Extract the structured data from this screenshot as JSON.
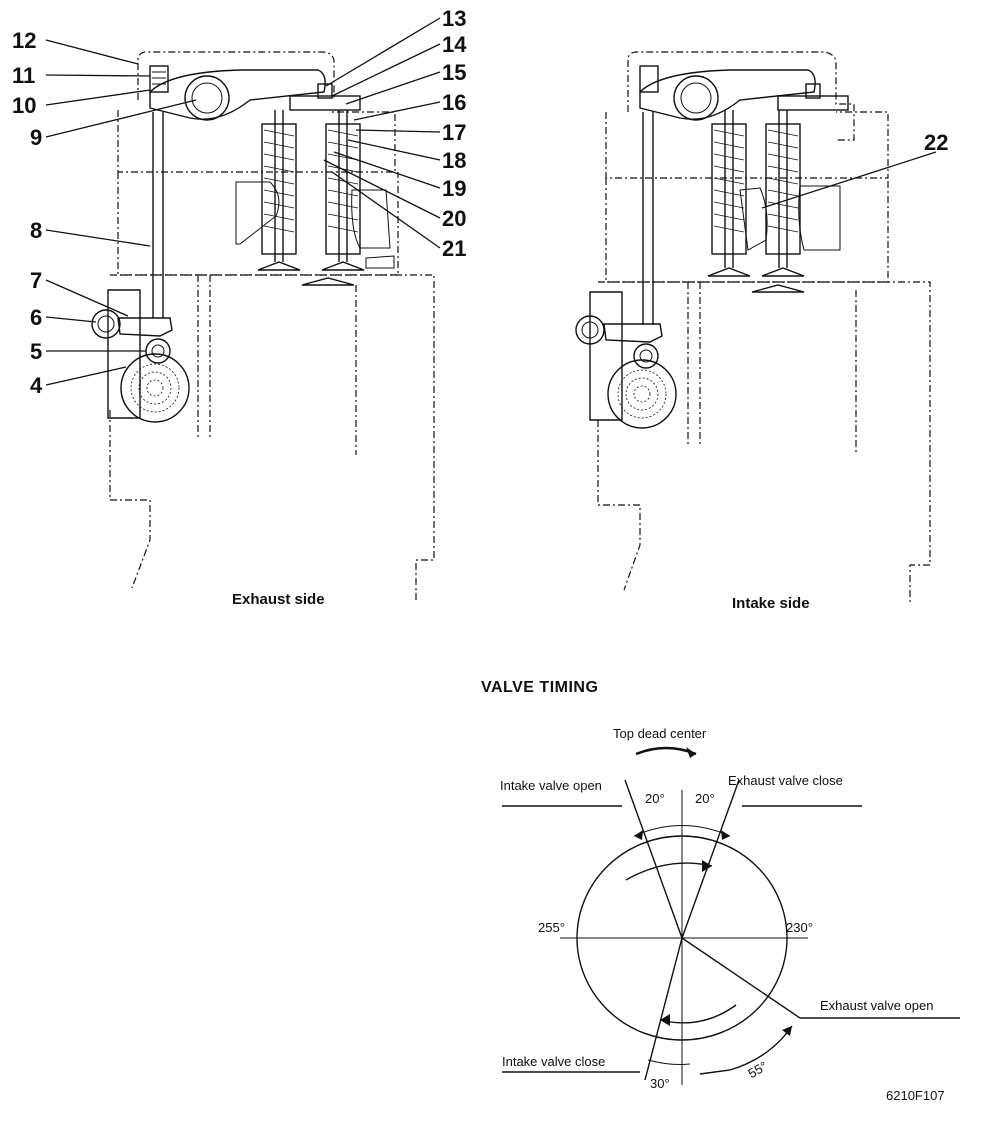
{
  "exhaust_view": {
    "caption": "Exhaust side",
    "callouts_left": [
      "12",
      "11",
      "10",
      "9",
      "8",
      "7",
      "6",
      "5",
      "4"
    ],
    "callouts_right": [
      "13",
      "14",
      "15",
      "16",
      "17",
      "18",
      "19",
      "20",
      "21"
    ]
  },
  "intake_view": {
    "caption": "Intake side",
    "callout": "22"
  },
  "valve_timing": {
    "title": "VALVE TIMING",
    "top_dead_center": "Top dead center",
    "intake_valve_open": "Intake valve open",
    "exhaust_valve_close": "Exhaust valve close",
    "exhaust_valve_open": "Exhaust valve open",
    "intake_valve_close": "Intake valve close",
    "angle_ivo": "20°",
    "angle_evc": "20°",
    "angle_left": "255°",
    "angle_right": "230°",
    "angle_ivc": "30°",
    "angle_evo": "55°"
  },
  "figure_code": "6210F107"
}
